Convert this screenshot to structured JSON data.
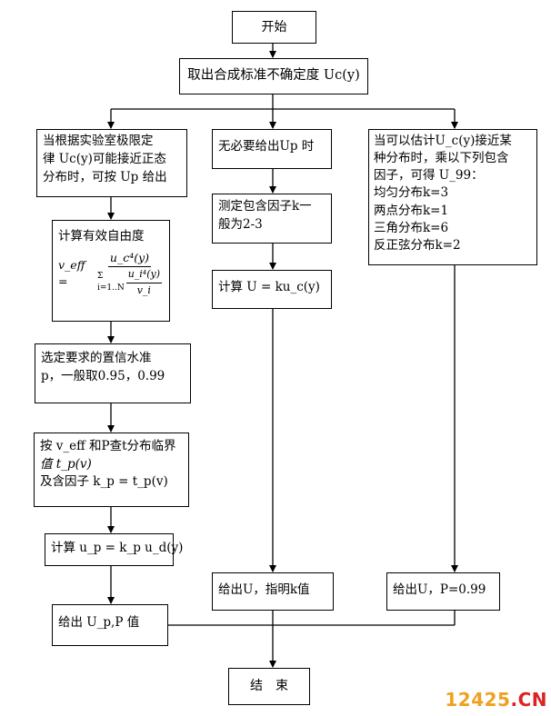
{
  "start": "开始",
  "step_uc": "取出合成标准不确定度 Uc(y)",
  "left": {
    "b1_lines": [
      "当根据实验室极限定",
      "律 Uc(y)可能接近正态",
      "分布时，可按 Up 给出"
    ],
    "b2_title": "计算有效自由度",
    "b2_formula_lhs": "v_eff =",
    "b2_formula_num": "u_c⁴(y)",
    "b2_formula_sum": "Σ i=1..N",
    "b2_formula_den_num": "u_i⁴(y)",
    "b2_formula_den_den": "v_i",
    "b3_lines": [
      "选定要求的置信水准",
      "p，一般取0.95，0.99"
    ],
    "b4_lines": [
      "按 v_eff 和P查t分布临界",
      "值 t_p(v)",
      "及含因子 k_p = t_p(v)"
    ],
    "b5": "计算  u_p = k_p u_d(y)",
    "b6": "给出 U_p,P 值"
  },
  "mid": {
    "b1": "无必要给出Up 时",
    "b2_lines": [
      "测定包含因子k一",
      "般为2-3"
    ],
    "b3": "计算 U = ku_c(y)",
    "b4": "给出U，指明k值"
  },
  "right": {
    "b1_lines": [
      "当可以估计U_c(y)接近某",
      "种分布时，乘以下列包含",
      "因子，可得 U_99：",
      "均匀分布k=3",
      "两点分布k=1",
      "三角分布k=6",
      "反正弦分布k=2"
    ],
    "b2": "给出U，P=0.99"
  },
  "end": "结　束",
  "watermark": {
    "digits": "12425",
    "dot": ".",
    "cn": "CN"
  }
}
